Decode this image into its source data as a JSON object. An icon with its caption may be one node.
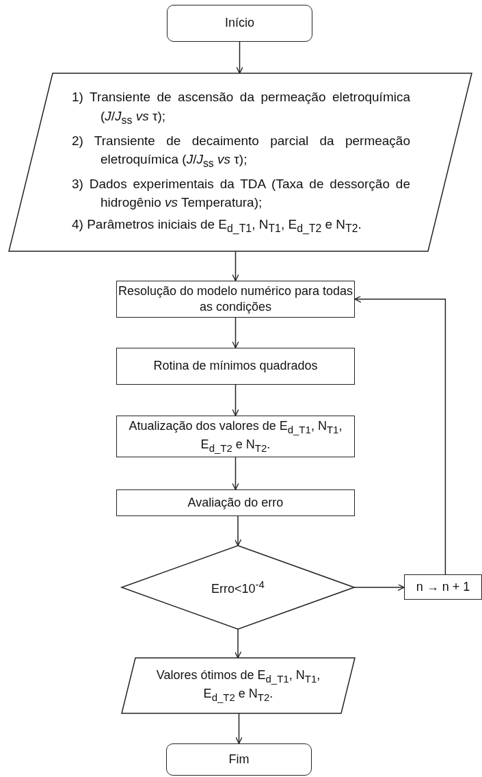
{
  "diagram": {
    "nodes": [
      {
        "text": [
          "Início"
        ]
      },
      {
        "text": [
          "1) Transiente de ascensão da permeação eletroquímica (*J*/*J*$_{ss}$ *vs* τ);",
          "2) Transiente de decaimento parcial da permeação eletroquímica (*J*/*J*$_{ss}$ *vs* τ);",
          "3) Dados experimentais da TDA (Taxa de dessorção de hidrogênio *vs* Temperatura);",
          "4) Parâmetros iniciais de E$_{d_T1}$, N$_{T1}$, E$_{d_T2}$ e N$_{T2}$."
        ]
      },
      {
        "text": [
          "Resolução do modelo numérico para todas as condições"
        ]
      },
      {
        "text": [
          "Rotina de mínimos quadrados"
        ]
      },
      {
        "text": [
          "Atualização dos valores de E$_{d_T1}$, N$_{T1}$, E$_{d_T2}$ e N$_{T2}$."
        ]
      },
      {
        "text": [
          "Avaliação do erro"
        ]
      },
      {
        "text": [
          "Erro<10$^{-4}$"
        ]
      },
      {
        "text": [
          "n → n + 1"
        ]
      },
      {
        "text": [
          "Valores ótimos de E$_{d_T1}$, N$_{T1}$, E$_{d_T2}$ e N$_{T2}$."
        ]
      },
      {
        "text": [
          "Fim"
        ]
      }
    ],
    "edges": [
      {
        "from": 0,
        "to": 1,
        "arrow": "to"
      },
      {
        "from": 1,
        "to": 2,
        "arrow": "to"
      },
      {
        "from": 2,
        "to": 3,
        "arrow": "to"
      },
      {
        "from": 3,
        "to": 4,
        "arrow": "to"
      },
      {
        "from": 4,
        "to": 5,
        "arrow": "to"
      },
      {
        "from": 5,
        "to": 6,
        "arrow": "to"
      },
      {
        "from": 6,
        "to": 7,
        "arrow": "to"
      },
      {
        "from": 7,
        "to": 2,
        "arrow": "to"
      },
      {
        "from": 6,
        "to": 8,
        "arrow": "to"
      },
      {
        "from": 8,
        "to": 9,
        "arrow": "to"
      }
    ]
  }
}
